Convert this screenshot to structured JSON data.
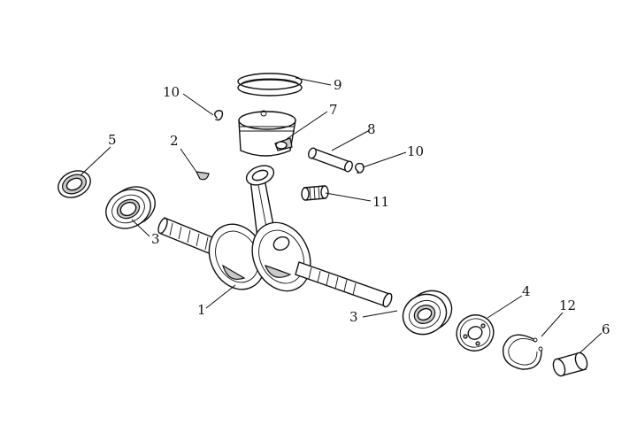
{
  "callouts": [
    {
      "id": "c1",
      "text": "1"
    },
    {
      "id": "c2",
      "text": "2"
    },
    {
      "id": "c3a",
      "text": "3"
    },
    {
      "id": "c3b",
      "text": "3"
    },
    {
      "id": "c4",
      "text": "4"
    },
    {
      "id": "c5",
      "text": "5"
    },
    {
      "id": "c6",
      "text": "6"
    },
    {
      "id": "c7",
      "text": "7"
    },
    {
      "id": "c8",
      "text": "8"
    },
    {
      "id": "c9",
      "text": "9"
    },
    {
      "id": "c10a",
      "text": "10"
    },
    {
      "id": "c10b",
      "text": "10"
    },
    {
      "id": "c11",
      "text": "11"
    },
    {
      "id": "c12",
      "text": "12"
    }
  ]
}
